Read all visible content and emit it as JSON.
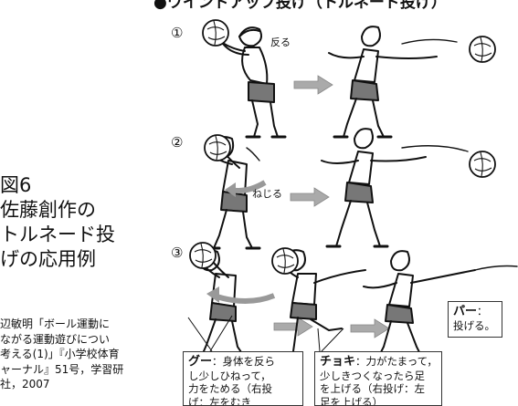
{
  "header": {
    "title": "●ワインドアップ投げ（トルネード投げ）"
  },
  "figure": {
    "title_lines": [
      "図6",
      "佐藤創作の",
      "トルネード投",
      "げの応用例"
    ],
    "citation_lines": [
      "辺敏明「ボール運動に",
      "ながる運動遊びについ",
      "考える(1)」『小学校体育",
      "ャーナル』51号，学習研",
      "社，2007"
    ]
  },
  "steps": [
    {
      "number": "①",
      "label": "反る"
    },
    {
      "number": "②",
      "label": "ねじる"
    },
    {
      "number": "③",
      "label": ""
    }
  ],
  "captions": {
    "gu": {
      "term": "グー",
      "lines": [
        "：身体を反ら",
        "し少しひねって，",
        "力をためる（右投",
        "げ：左をむき"
      ]
    },
    "choki": {
      "term": "チョキ",
      "lines": [
        "：力がたまって，",
        "少しきつくなったら足",
        "を上げる（右投げ：左",
        "足を上げる）"
      ]
    },
    "pa": {
      "term": "パー",
      "lines": [
        "：",
        "投げる。"
      ]
    }
  },
  "colors": {
    "ink": "#111111",
    "arrow_gray": "#aaaaaa",
    "shorts": "#777777"
  }
}
